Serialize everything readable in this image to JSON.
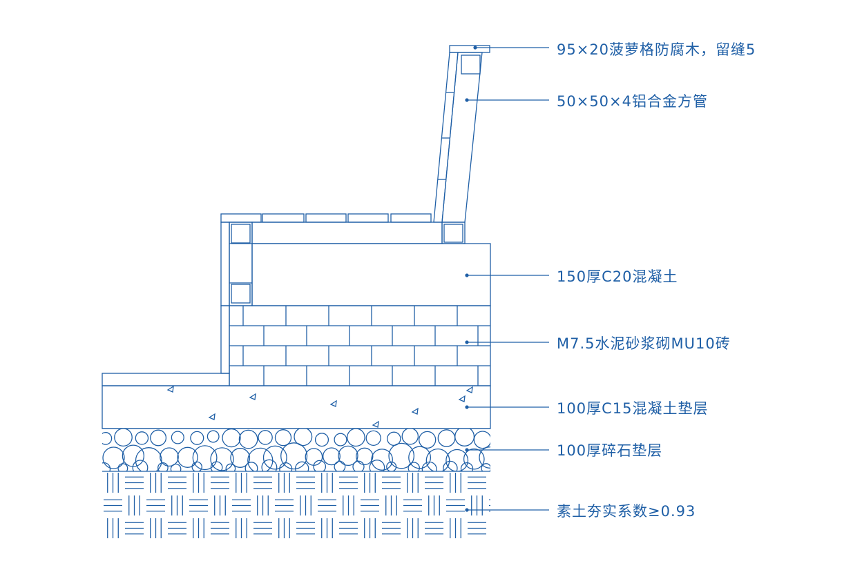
{
  "diagram": {
    "ink_color": "#1f5fa6",
    "labels": [
      {
        "id": "wood",
        "text": "95×20菠萝格防腐木，留缝5"
      },
      {
        "id": "tube",
        "text": "50×50×4铝合金方管"
      },
      {
        "id": "concrete",
        "text": "150厚C20混凝土"
      },
      {
        "id": "brick",
        "text": "M7.5水泥砂浆砌MU10砖"
      },
      {
        "id": "cushion",
        "text": "100厚C15混凝土垫层"
      },
      {
        "id": "gravel",
        "text": "100厚碎石垫层"
      },
      {
        "id": "soil",
        "text": "素土夯实系数≥0.93"
      }
    ]
  }
}
